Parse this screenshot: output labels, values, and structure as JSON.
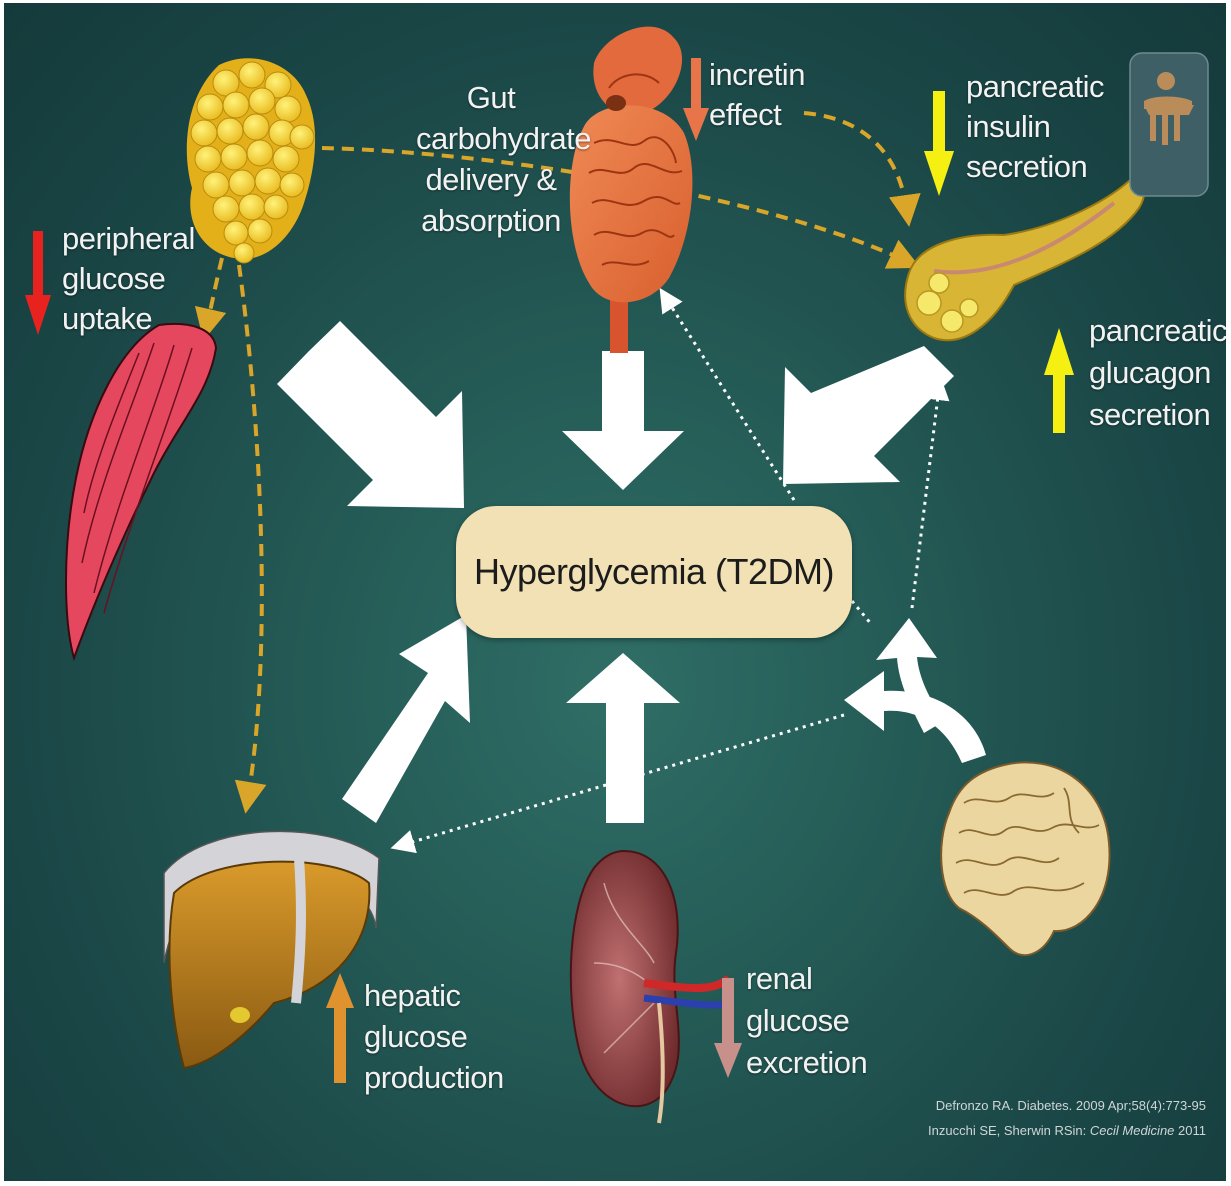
{
  "center": {
    "title": "Hyperglycemia (T2DM)"
  },
  "labels": {
    "gut": "Gut\ncarbohydrate\ndelivery &\nabsorption",
    "incretin": "incretin\neffect",
    "insulin": "pancreatic\ninsulin\nsecretion",
    "glucagon": "pancreatic\nglucagon\nsecretion",
    "peripheral": "peripheral\nglucose\nuptake",
    "hepatic": "hepatic\nglucose\nproduction",
    "renal": "renal\nglucose\nexcretion"
  },
  "citation": {
    "line1": "Defronzo RA. Diabetes. 2009 Apr;58(4):773-95",
    "line2_prefix": "Inzucchi SE, Sherwin RSin: ",
    "line2_italic": "Cecil Medicine",
    "line2_suffix": " 2011"
  },
  "colors": {
    "arrow_down_red": "#e8231f",
    "arrow_down_orange": "#e8754a",
    "arrow_up_orange": "#e0922f",
    "arrow_yellow": "#f5ef12",
    "arrow_renal": "#c8908a",
    "center_box": "#f1e1b4",
    "dashed_gold": "#d9a62a"
  },
  "icons": [
    "adipose-tissue-icon",
    "intestine-icon",
    "pancreas-icon",
    "muscle-icon",
    "liver-icon",
    "kidney-icon",
    "brain-icon",
    "medical-logo-icon"
  ]
}
